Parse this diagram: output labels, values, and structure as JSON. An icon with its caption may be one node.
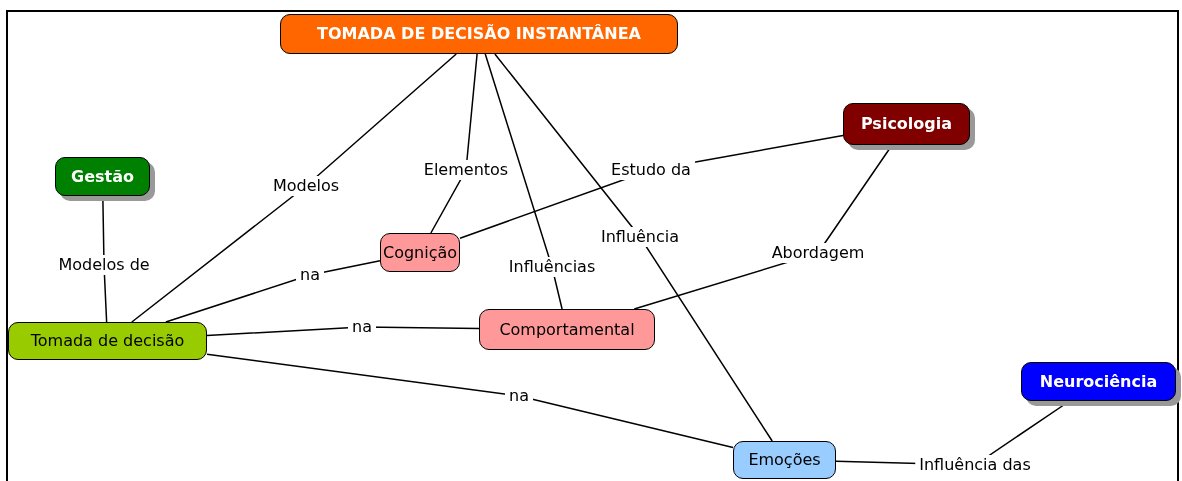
{
  "diagram": {
    "nodes": [
      {
        "text": [
          "TOMADA DE DECISÃO INSTANTÂNEA"
        ]
      },
      {
        "text": [
          "Gestão"
        ]
      },
      {
        "text": [
          "Psicologia"
        ]
      },
      {
        "text": [
          "Cognição"
        ]
      },
      {
        "text": [
          "Tomada de decisão"
        ]
      },
      {
        "text": [
          "Comportamental"
        ]
      },
      {
        "text": [
          "Neurociência"
        ]
      },
      {
        "text": [
          "Emoções"
        ]
      }
    ],
    "edges": [
      {
        "from": 0,
        "to": 4,
        "label": "Modelos",
        "arrow": "none"
      },
      {
        "from": 0,
        "to": 3,
        "label": "Elementos",
        "arrow": "none"
      },
      {
        "from": 2,
        "to": 3,
        "label": "Estudo da",
        "arrow": "none"
      },
      {
        "from": 0,
        "to": 5,
        "label": "Influências",
        "arrow": "none"
      },
      {
        "from": 0,
        "to": 7,
        "label": "Influência",
        "arrow": "none"
      },
      {
        "from": 1,
        "to": 4,
        "label": "Modelos de",
        "arrow": "none"
      },
      {
        "from": 4,
        "to": 3,
        "label": "na",
        "arrow": "none"
      },
      {
        "from": 4,
        "to": 5,
        "label": "na",
        "arrow": "none"
      },
      {
        "from": 4,
        "to": 7,
        "label": "na",
        "arrow": "none"
      },
      {
        "from": 2,
        "to": 5,
        "label": "Abordagem",
        "arrow": "none"
      },
      {
        "from": 6,
        "to": 7,
        "label": "Influência das",
        "arrow": "none"
      }
    ]
  }
}
